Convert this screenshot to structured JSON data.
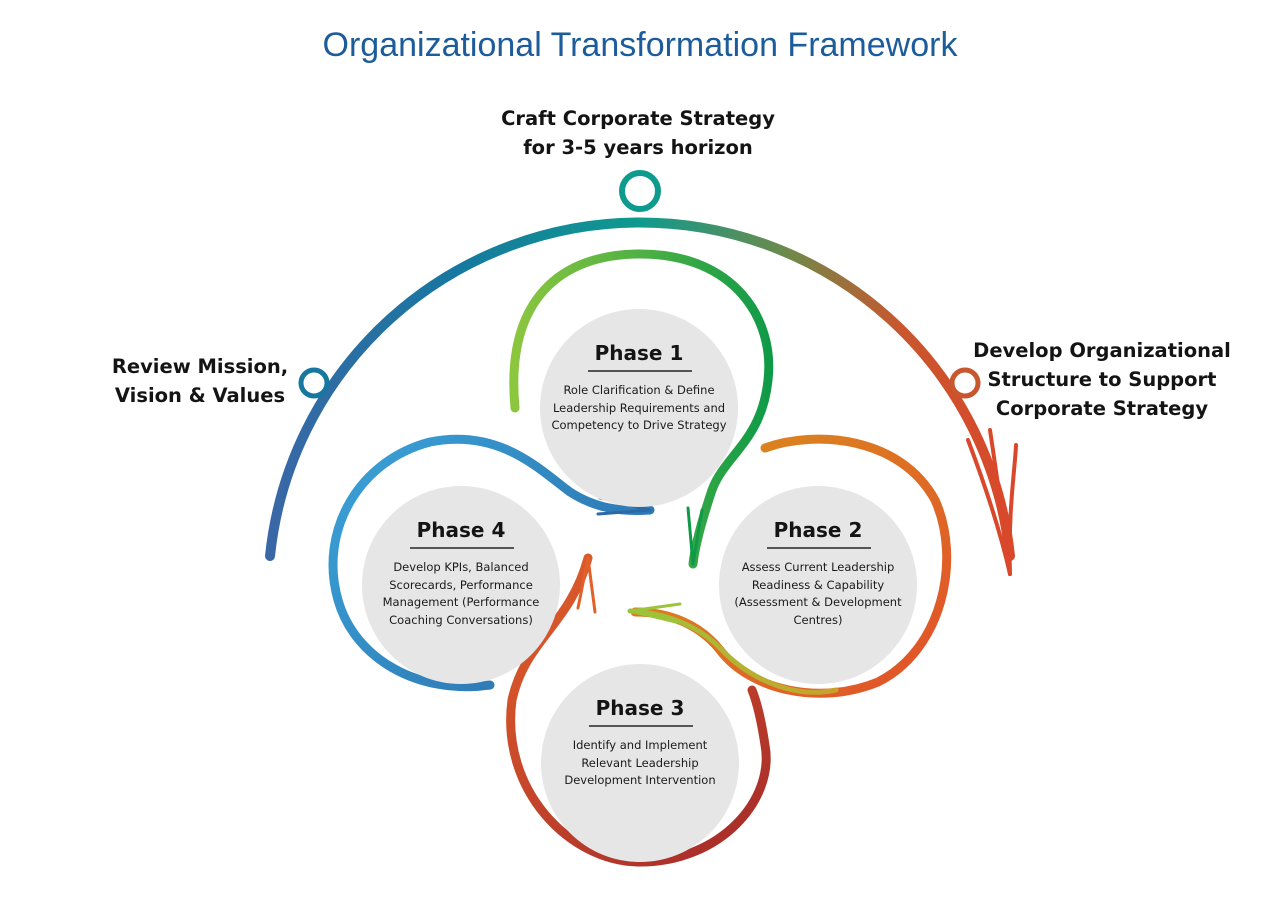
{
  "title": "Organizational Transformation Framework",
  "milestones": [
    {
      "id": "top",
      "lines": [
        "Craft Corporate Strategy",
        "for 3-5 years horizon"
      ]
    },
    {
      "id": "left",
      "lines": [
        "Review Mission,",
        "Vision & Values"
      ]
    },
    {
      "id": "right",
      "lines": [
        "Develop Organizational",
        "Structure to Support",
        "Corporate Strategy"
      ]
    }
  ],
  "phases": [
    {
      "title": "Phase 1",
      "lines": [
        "Role Clarification & Define",
        "Leadership Requirements and",
        "Competency to Drive Strategy"
      ],
      "color_start": "#8cc63f",
      "color_end": "#0f9a48"
    },
    {
      "title": "Phase 2",
      "lines": [
        "Assess Current Leadership",
        "Readiness & Capability",
        "(Assessment & Development",
        "Centres)"
      ],
      "color_start": "#d98a1e",
      "color_end": "#e2502a"
    },
    {
      "title": "Phase 3",
      "lines": [
        "Identify and Implement",
        "Relevant Leadership",
        "Development Intervention"
      ],
      "color_start": "#e2602a",
      "color_end": "#a52a2a"
    },
    {
      "title": "Phase 4",
      "lines": [
        "Develop KPIs, Balanced",
        "Scorecards, Performance",
        "Management (Performance",
        "Coaching Conversations)"
      ],
      "color_start": "#3aa3d8",
      "color_end": "#2a6aa8"
    }
  ],
  "colors": {
    "title": "#1c5c9a",
    "arc_start": "#3a67a6",
    "arc_teal": "#0f9a8e",
    "arc_mid": "#6e8a4a",
    "arc_end": "#d9482a",
    "link_green": "#9cc43a",
    "link_orange": "#e28a1e",
    "node_fill": "#e6e6e6"
  }
}
